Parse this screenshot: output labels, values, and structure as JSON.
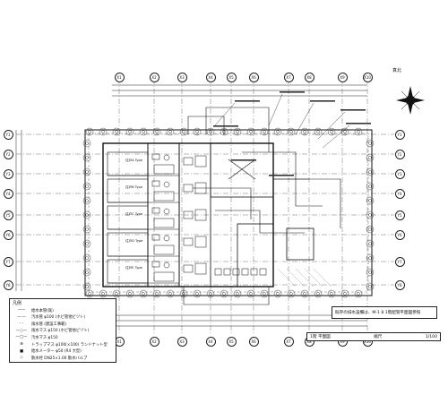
{
  "legend": {
    "title": "凡例",
    "rows": [
      {
        "symbol": "——",
        "text": "給水本管(既)"
      },
      {
        "symbol": "—·—",
        "text": "汚水管  φ100  (ホビ管他ビヅト)"
      },
      {
        "symbol": "- -",
        "text": "雨水管  (建設工事範)"
      },
      {
        "symbol": "—○—",
        "text": "雨水マス  φ150  (ホビ管他ビヅト)"
      },
      {
        "symbol": "—□—",
        "text": "汚水マス  φ150"
      },
      {
        "symbol": "⊗",
        "text": "トラップマス  φ100(×100)  ランドナット型"
      },
      {
        "symbol": "■",
        "text": "給水メーター  φ50  (R4 大型)"
      },
      {
        "symbol": "◇",
        "text": "散水栓  DN25×1.00  散水バルブ"
      }
    ]
  },
  "notice": "既存の排水設備は、M-1 8  1階配管平面図参照",
  "title_block": {
    "drawing": "1階  平面図",
    "scale_label": "縮尺",
    "scale": "1/100"
  },
  "north_label": "真北",
  "axes": {
    "top": [
      "X1",
      "X2",
      "X3",
      "X4",
      "X5",
      "X6",
      "X7",
      "X8",
      "X9",
      "X10"
    ],
    "left": [
      "Y1",
      "Y2",
      "Y3",
      "Y4",
      "Y5",
      "Y6",
      "Y7",
      "Y8"
    ],
    "bottom": [
      "X10"
    ]
  },
  "units": [
    "住戸A Type",
    "住戸B Type",
    "住戸C Type",
    "住戸D Type",
    "住戸E Type"
  ]
}
